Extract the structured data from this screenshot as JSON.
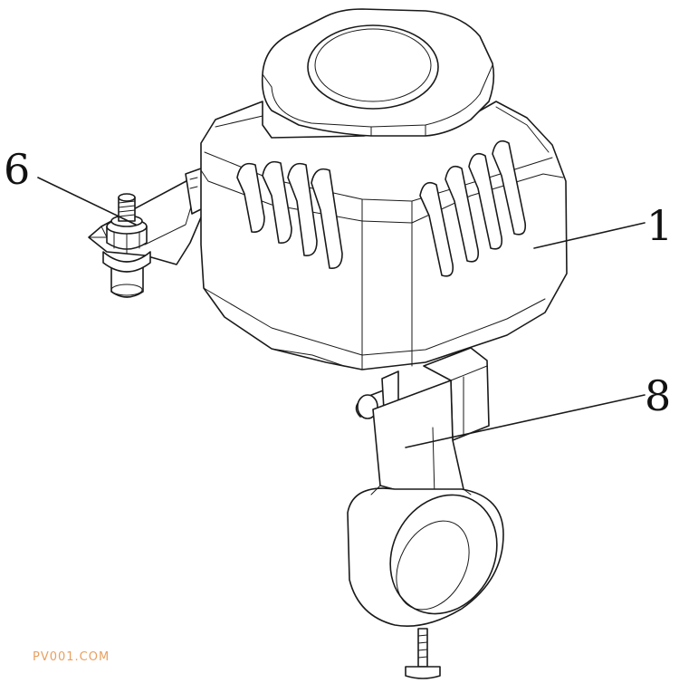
{
  "callouts": {
    "label_6": "6",
    "label_1": "1",
    "label_8": "8"
  },
  "watermark": {
    "text": "PV001.COM",
    "color": "#e8a060"
  },
  "colors": {
    "line": "#1a1a1a",
    "background": "#ffffff"
  }
}
